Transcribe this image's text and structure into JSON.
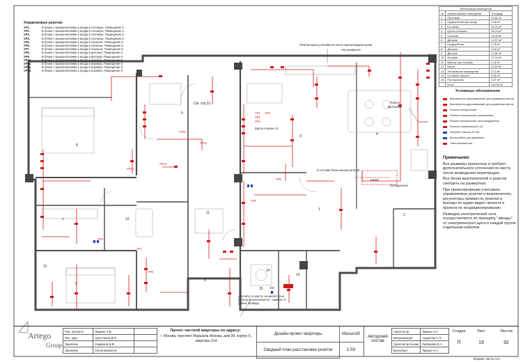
{
  "controlled_outlets": {
    "title": "Управляемые розетки:",
    "items": [
      {
        "code": "УР1.",
        "text": "В блоке с выключателями у входа в гостиную. Помещение 3."
      },
      {
        "code": "УР2.",
        "text": "В блоке с выключателями у входа в гостиную. Помещение 3."
      },
      {
        "code": "УР3.",
        "text": "В блоке с выключателями у входа в гостиную. Помещение 3."
      },
      {
        "code": "УР4.",
        "text": "В блоке с выключателями у входа в гостиную. Помещение 3."
      },
      {
        "code": "УР5.",
        "text": "В блоке с выключателями у входа в спальню. Помещение 5."
      },
      {
        "code": "УР6.",
        "text": "В блоке с выключателями у входа в спальню. Помещение 5."
      },
      {
        "code": "УР7.",
        "text": "В блоке с выключателями у входа в спальню. Помещение 5."
      },
      {
        "code": "УР8.",
        "text": "В блоке с выключателями у входа в детскую. Помещение 6."
      },
      {
        "code": "УР9.",
        "text": "В блоке с выключателями у входа в детскую. Помещение 6."
      },
      {
        "code": "УР10.",
        "text": "В блоке с выключателями у входа в детскую. Помещение 8."
      },
      {
        "code": "УР11.",
        "text": "В блоке с выключателями у входа в игровую. Помещение 9."
      },
      {
        "code": "УР12.",
        "text": "В блоке с выключателями у входа в игровую. Помещение 9."
      },
      {
        "code": "УР13.",
        "text": "В блоке с выключателями у входа в игровую. Помещение 9."
      }
    ]
  },
  "explication": {
    "title": "Экспликация помещений",
    "headers": [
      "№",
      "Наименование помещения",
      "Площадь"
    ],
    "rows": [
      [
        "1",
        "Прихожая",
        "13,62 м²"
      ],
      [
        "2",
        "Гардеробная при входе",
        "3,40 м²"
      ],
      [
        "3",
        "Гостиная",
        "20,21 м²"
      ],
      [
        "4",
        "Кухня-столовая",
        "35,19 м²"
      ],
      [
        "5",
        "Спальня",
        "18,39 м²"
      ],
      [
        "6",
        "Детская",
        "12,57 м²"
      ],
      [
        "7",
        "Гардеробная",
        "4,75 м²"
      ],
      [
        "8",
        "Детская",
        "4,09 м²"
      ],
      [
        "9",
        "Детская",
        "17,89 м²"
      ],
      [
        "10",
        "Игровая",
        "13,34 м²"
      ],
      [
        "11",
        "Ванная при спальне",
        "4,42 м²"
      ],
      [
        "12",
        "Кухня",
        "11,60 м²"
      ],
      [
        "13",
        "Техническое помещение",
        "5,72 м²"
      ],
      [
        "14",
        "Гостевой санузел",
        "3,50 м²"
      ],
      [
        "15",
        "Постирочная",
        "3,57 м²"
      ],
      [
        "",
        "Итого",
        "149,06 м²"
      ]
    ]
  },
  "legend": {
    "title": "Условные обозначения",
    "items": [
      "Выключатель одноклавишный, для управления светом",
      "Выключатель двухклавишный, для управления светом",
      "Розетка электрическая",
      "Розетка электрическая, управляемая",
      "Розетка электрическая, влагозащищённая",
      "Розетка телефонная (RJ-11)",
      "Интернет розетка (RJ-45)",
      "Выход кабеля для домофона",
      "Электрический щит"
    ]
  },
  "notes": {
    "title": "Примечания:",
    "paragraphs": [
      "Все размеры проектные и требуют дополнительного уточнения по месту после возведения перегородок",
      "Все блоки выключателей и розеток смотреть на развертках",
      "При проектировании учитывать управляемые розетки и выключатели, регуляторы громкости, розетки и выходы из аудио-видео проекта и проекта по кондиционированию",
      "Разводка электрической сети осуществляется по принципу \"звезды\" от электрического щита к каждой группе отдельным кабелем"
    ]
  },
  "plan_labels": {
    "rooms": [
      "1",
      "2",
      "3",
      "4",
      "5",
      "6",
      "7",
      "8",
      "9",
      "10",
      "11",
      "12",
      "13",
      "14",
      "15"
    ],
    "cm_str31": "См. стр.31",
    "kitchen_note": "Розетки кухни уточняются после заказа модели кухни",
    "see_scan": "См. развертки",
    "plita": "Плита",
    "vytyazhka": "Вытяжка",
    "shield_note": "Щиток в нише А1",
    "niche_note": "В составе блока выключателей",
    "bottom_note": "уточнить по месту, на какой стене розетки располагаются - зависит от длины провода",
    "ur_tags": [
      "УР1",
      "УР2",
      "УР3",
      "УР4",
      "УР5",
      "УР6",
      "УР7",
      "УР8",
      "УР9",
      "УР10",
      "УР11",
      "УР12",
      "УР13"
    ],
    "cm": "СМ",
    "hood_label": "Шкаф",
    "right_label": "Холодильник"
  },
  "stamp": {
    "logo_line1": "Artego",
    "logo_line2": "Group",
    "staff": [
      [
        "Рук. проекта",
        "Ларина Т.В."
      ],
      [
        "Тех. дир.",
        "Арестаков Д.О."
      ],
      [
        "Заказчик",
        "Смирнов Б.В."
      ],
      [
        "Заказчик",
        "Оплоникова М."
      ]
    ],
    "project_title": "Проект частной квартиры по адресу:",
    "project_address": "г. Москва, проспект Маршала Жукова, дом 39, корпус 6, квартира 114",
    "design_project": "Дизайн-проект квартиры",
    "sheet_title": "Сводный план расстановки розеток",
    "scale_label": "Масштаб",
    "scale_value": "1:50",
    "author_label": "Авторский состав",
    "authors": [
      [
        "Архитектор",
        "Ларина Н.А."
      ],
      [
        "Визуализация",
        "Андреева С.Л."
      ],
      [
        "Архитектор-техник",
        "Любимова Е.А."
      ],
      [
        "Выполнил",
        "Ларина Н.А."
      ]
    ],
    "stage_label": "Стадия",
    "stage_value": "П",
    "sheet_label": "Лист",
    "sheet_value": "19",
    "sheets_label": "Листов",
    "sheets_value": "92",
    "format": "Формат листа А3+"
  },
  "colors": {
    "accent": "#d01818",
    "wall": "#4a4a4a",
    "frame": "#222222"
  }
}
